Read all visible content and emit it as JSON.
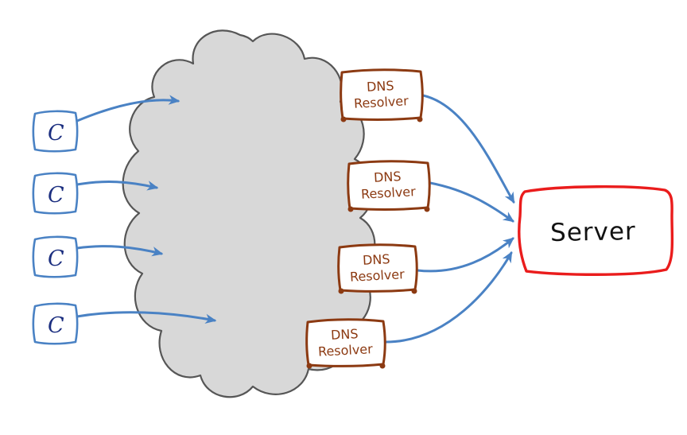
{
  "diagram": {
    "clients": [
      {
        "label": "C"
      },
      {
        "label": "C"
      },
      {
        "label": "C"
      },
      {
        "label": "C"
      }
    ],
    "resolvers": [
      {
        "line1": "DNS",
        "line2": "Resolver"
      },
      {
        "line1": "DNS",
        "line2": "Resolver"
      },
      {
        "line1": "DNS",
        "line2": "Resolver"
      },
      {
        "line1": "DNS",
        "line2": "Resolver"
      }
    ],
    "server": {
      "label": "Server"
    },
    "colors": {
      "arrow_blue": "#4a82c4",
      "client_box_blue": "#4a82c4",
      "client_text_navy": "#1c2f80",
      "cloud_fill_gray": "#d8d8d8",
      "cloud_stroke_gray": "#565656",
      "resolver_brown": "#8c3a12",
      "server_red": "#ea1c1c",
      "server_text_black": "#121212"
    }
  }
}
